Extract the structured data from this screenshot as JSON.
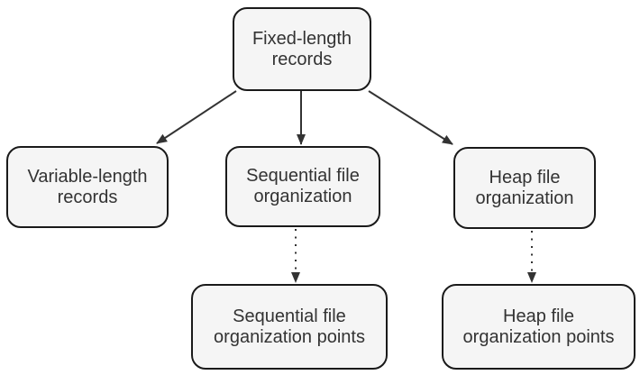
{
  "diagram": {
    "colors": {
      "background": "#ffffff",
      "node_fill": "#f5f5f5",
      "node_border": "#1a1a1a",
      "text": "#333333",
      "arrow": "#333333"
    },
    "nodes": [
      {
        "id": "fixed-length-records",
        "label": "Fixed-length\nrecords"
      },
      {
        "id": "variable-length-records",
        "label": "Variable-length\nrecords"
      },
      {
        "id": "sequential-file-organization",
        "label": "Sequential file\norganization"
      },
      {
        "id": "heap-file-organization",
        "label": "Heap file\norganization"
      },
      {
        "id": "sequential-file-organization-points",
        "label": "Sequential file\norganization points"
      },
      {
        "id": "heap-file-organization-points",
        "label": "Heap file\norganization points"
      }
    ],
    "edges": [
      {
        "from": "fixed-length-records",
        "to": "variable-length-records",
        "style": "solid-arrow"
      },
      {
        "from": "fixed-length-records",
        "to": "sequential-file-organization",
        "style": "solid-arrow"
      },
      {
        "from": "fixed-length-records",
        "to": "heap-file-organization",
        "style": "solid-arrow"
      },
      {
        "from": "sequential-file-organization",
        "to": "sequential-file-organization-points",
        "style": "dotted-arrow"
      },
      {
        "from": "heap-file-organization",
        "to": "heap-file-organization-points",
        "style": "dotted-arrow"
      }
    ]
  }
}
